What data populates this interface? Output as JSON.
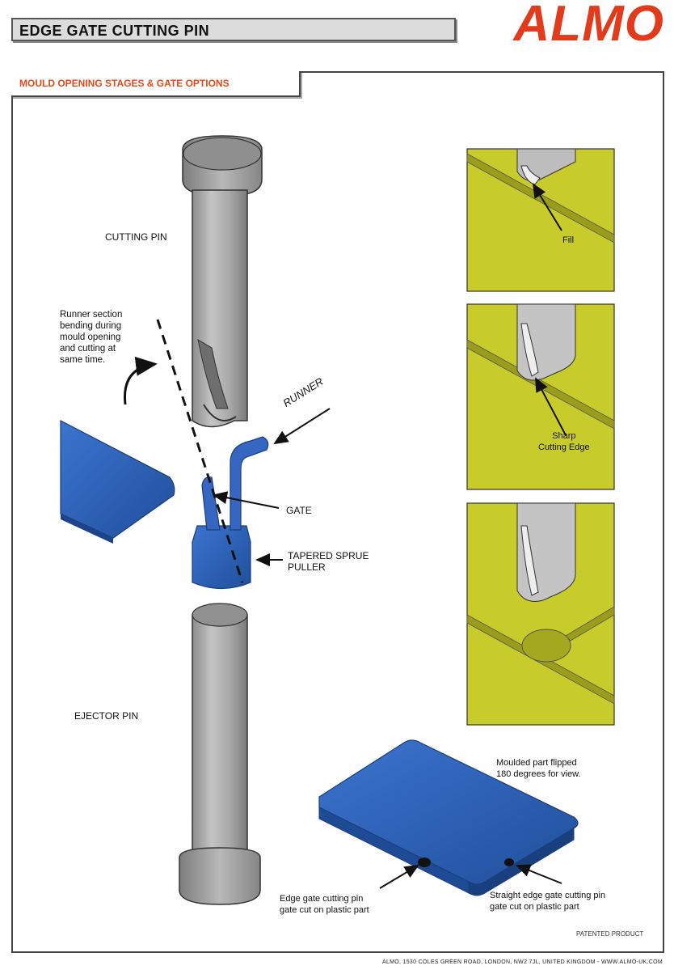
{
  "header": {
    "title": "EDGE GATE CUTTING PIN",
    "logo": "ALMO"
  },
  "section": {
    "heading": "MOULD OPENING STAGES & GATE OPTIONS"
  },
  "labels": {
    "cutting_pin": "CUTTING PIN",
    "runner_note": "Runner section\nbending during\nmould opening\nand cutting at\nsame time.",
    "runner": "RUNNER",
    "gate": "GATE",
    "tapered_sprue_puller": "TAPERED SPRUE\nPULLER",
    "ejector_pin": "EJECTOR PIN",
    "fill": "Fill",
    "sharp_cutting_edge": "Sharp\nCutting Edge",
    "moulded_part_note": "Moulded part flipped\n180 degrees for view.",
    "edge_gate_note": "Edge gate cutting pin\ngate cut on plastic part",
    "straight_edge_gate_note": "Straight edge gate cutting pin\ngate cut on plastic part",
    "patented": "PATENTED PRODUCT"
  },
  "footer": {
    "address": "ALMO, 1530 COLES GREEN ROAD, LONDON, NW2 7JL, UNITED KINGDOM  -  WWW.ALMO-UK.COM"
  },
  "colors": {
    "accent_red": "#e23a1a",
    "plastic_blue": "#2f63b8",
    "steel_grey": "#a8a8a8",
    "mould_yellow": "#c8cc2a"
  }
}
